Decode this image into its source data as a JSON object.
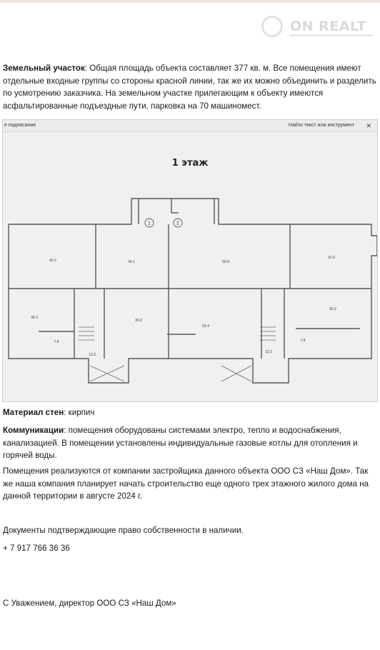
{
  "watermark": {
    "logo_text": "ON REALT"
  },
  "land": {
    "label": "Земельный участок",
    "text": ": Общая площадь объекта составляет 377 кв. м. Все помещения имеют отдельные входные группы со стороны красной линии, так же их можно объединить и разделить по усмотрению заказчика. На земельном участке прилегающим к объекту имеются асфальтированные подъездные пути, парковка на 70 машиномест."
  },
  "floor_plan": {
    "toolbar_left": "е подписание",
    "toolbar_right": "Найти текст или инструмент",
    "close_glyph": "✕",
    "title": "1 этаж",
    "axis_marks": [
      "1",
      "2"
    ],
    "room_areas": [
      "40.2",
      "34.1",
      "50.8",
      "42.9",
      "38.3",
      "36.0",
      "53.4",
      "40.2",
      "7.8",
      "7.8",
      "13.3",
      "13.3"
    ]
  },
  "walls": {
    "label": "Материал стен",
    "text": ": кирпич"
  },
  "communications": {
    "label": "Коммуникации",
    "text": ": помещения оборудованы системами электро, тепло и водоснабжения, канализацией. В помещении установлены индивидуальные газовые котлы для отопления и горячей воды."
  },
  "sale": {
    "text": "Помещения реализуются от компании застройщика данного объекта ООО СЗ «Наш Дом». Так же наша компания планирует начать строительство еще одного трех этажного жилого дома на данной территории в августе 2024 г."
  },
  "documents": {
    "text": "Документы подтверждающие право собственности в наличии."
  },
  "contact": {
    "phone": "+ 7 917 766 36 36"
  },
  "signature": {
    "text": "С Уважением, директор ООО СЗ «Наш Дом»"
  },
  "colors": {
    "text": "#1a1a1a",
    "plan_background": "#f0f0f0",
    "plan_lines": "#555555"
  }
}
